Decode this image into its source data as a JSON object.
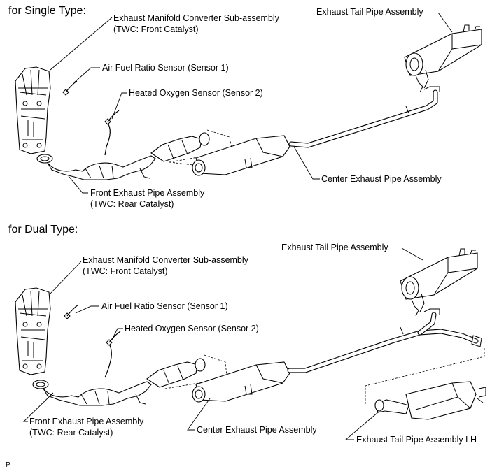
{
  "single": {
    "title": "for Single Type:",
    "labels": {
      "manifold": "Exhaust Manifold Converter Sub-assembly",
      "manifold_sub": "(TWC: Front Catalyst)",
      "af_sensor": "Air Fuel Ratio Sensor (Sensor 1)",
      "o2_sensor": "Heated Oxygen Sensor (Sensor 2)",
      "tail_pipe": "Exhaust Tail Pipe Assembly",
      "center_pipe": "Center Exhaust Pipe Assembly",
      "front_pipe": "Front Exhaust Pipe Assembly",
      "front_pipe_sub": "(TWC: Rear Catalyst)"
    }
  },
  "dual": {
    "title": "for Dual Type:",
    "labels": {
      "manifold": "Exhaust Manifold Converter Sub-assembly",
      "manifold_sub": "(TWC: Front Catalyst)",
      "af_sensor": "Air Fuel Ratio Sensor (Sensor 1)",
      "o2_sensor": "Heated Oxygen Sensor (Sensor 2)",
      "tail_pipe": "Exhaust Tail Pipe Assembly",
      "front_pipe": "Front Exhaust Pipe Assembly",
      "front_pipe_sub": "(TWC: Rear Catalyst)",
      "center_pipe": "Center Exhaust Pipe Assembly",
      "tail_pipe_lh": "Exhaust Tail Pipe Assembly LH"
    }
  },
  "footer": {
    "code": "P"
  }
}
